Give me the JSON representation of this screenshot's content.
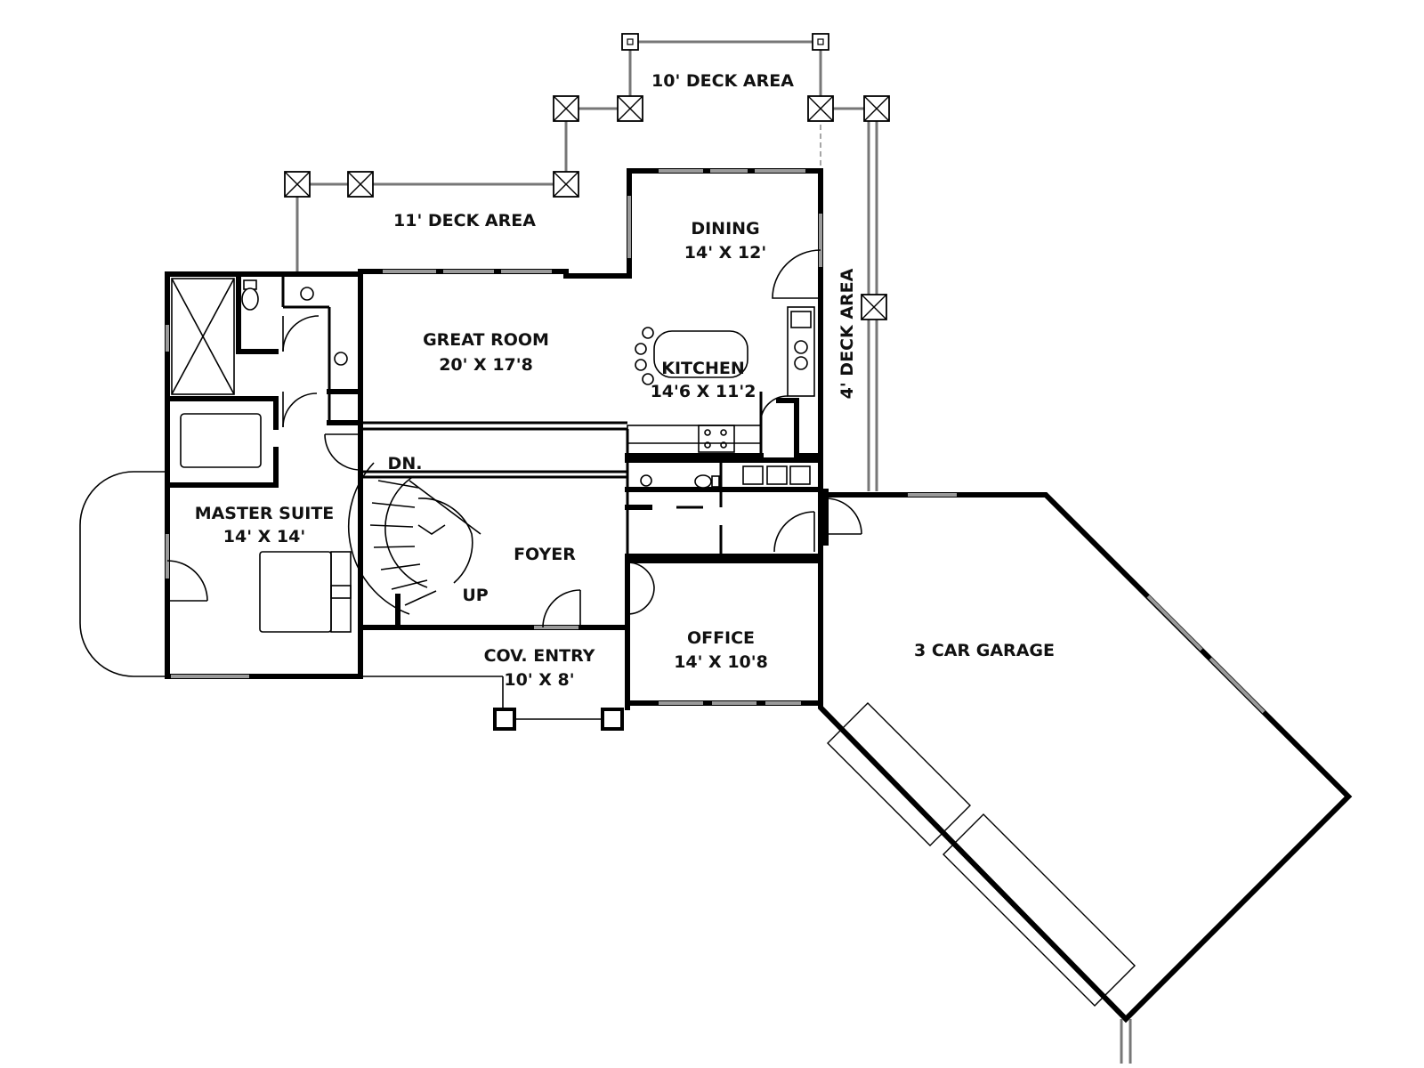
{
  "rooms": {
    "deck_10": "10' DECK AREA",
    "deck_11": "11' DECK AREA",
    "deck_4": "4' DECK AREA",
    "dining_name": "DINING",
    "dining_size": "14' X 12'",
    "great_room_name": "GREAT ROOM",
    "great_room_size": "20' X 17'8",
    "kitchen_name": "KITCHEN",
    "kitchen_size": "14'6 X 11'2",
    "master_suite_name": "MASTER SUITE",
    "master_suite_size": "14' X 14'",
    "foyer": "FOYER",
    "stairs_down": "DN.",
    "stairs_up": "UP",
    "cov_entry_name": "COV. ENTRY",
    "cov_entry_size": "10' X 8'",
    "office_name": "OFFICE",
    "office_size": "14' X 10'8",
    "garage": "3 CAR GARAGE"
  },
  "colors": {
    "wall": "#000000",
    "window": "#9a9a9a",
    "rail": "#777777",
    "background": "#ffffff"
  }
}
